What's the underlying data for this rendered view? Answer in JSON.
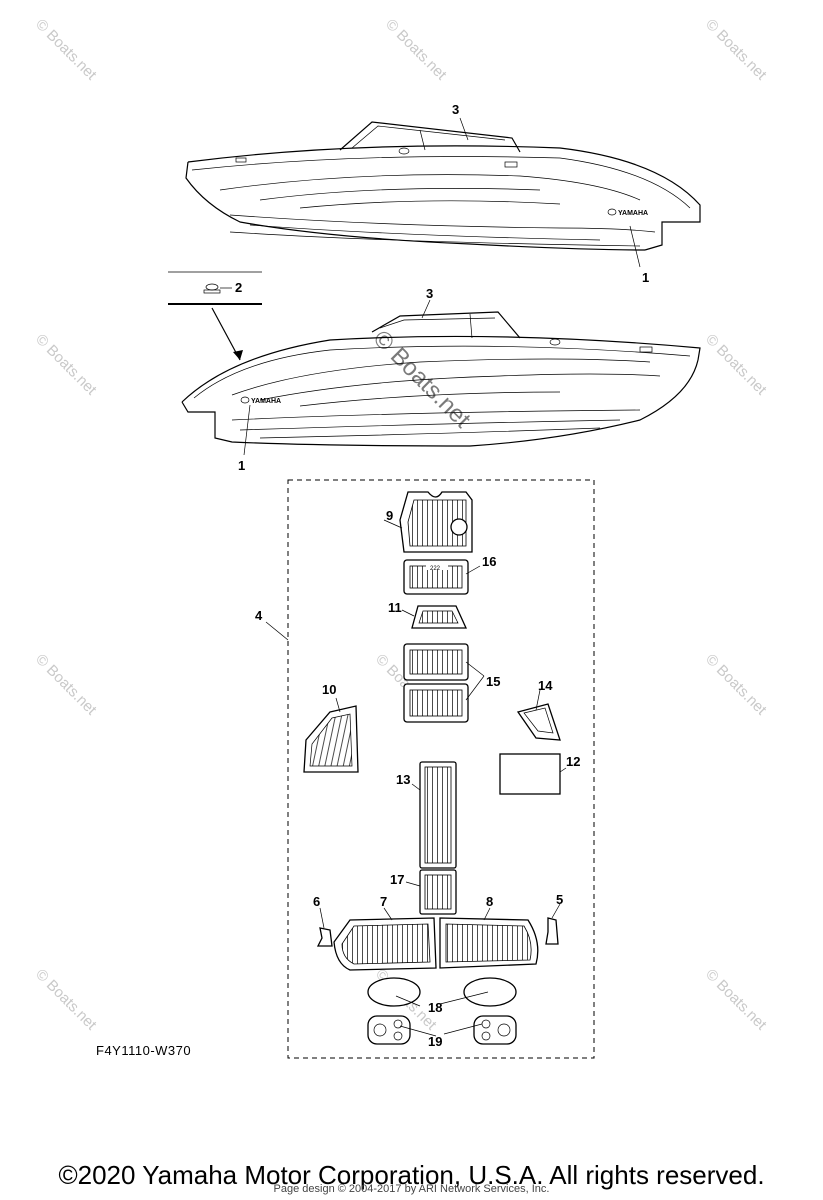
{
  "diagram": {
    "reference_code": "F4Y1110-W370",
    "copyright": "©2020 Yamaha Motor Corporation, U.S.A. All rights reserved.",
    "credit": "Page design © 2004-2017 by ARI Network Services, Inc.",
    "watermark": "© Boats.net",
    "brand_decal": "YAMAHA",
    "decal_text": "222",
    "callouts": {
      "c1a": "1",
      "c1b": "1",
      "c2": "2",
      "c3a": "3",
      "c3b": "3",
      "c4": "4",
      "c5": "5",
      "c6": "6",
      "c7": "7",
      "c8": "8",
      "c9": "9",
      "c10": "10",
      "c11": "11",
      "c12": "12",
      "c13": "13",
      "c14": "14",
      "c15": "15",
      "c16": "16",
      "c17": "17",
      "c18": "18",
      "c19": "19"
    }
  }
}
